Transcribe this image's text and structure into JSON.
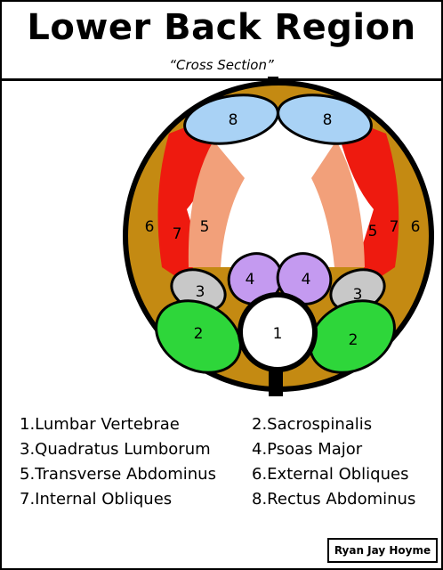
{
  "title": "Lower Back Region",
  "subtitle": "“Cross Section”",
  "diagram_labels": {
    "rectus": "8",
    "external_obliques": "6",
    "internal_obliques": "7",
    "transverse": "5",
    "psoas": "4",
    "quadratus": "3",
    "sacrospinalis": "2",
    "vertebrae": "1"
  },
  "legend": [
    "1.Lumbar Vertebrae",
    "2.Sacrospinalis",
    "3.Quadratus Lumborum",
    "4.Psoas Major",
    "5.Transverse Abdominus",
    "6.External Obliques",
    "7.Internal Obliques",
    "8.Rectus Abdominus"
  ],
  "credit": "Ryan Jay Hoyme",
  "colors": {
    "external_obliques": "#c48a12",
    "internal_obliques": "#ee1a0f",
    "transverse": "#f2a07a",
    "rectus": "#a9d2f5",
    "psoas": "#c49af0",
    "quadratus": "#c8c8c8",
    "sacrospinalis": "#2ed63a"
  }
}
